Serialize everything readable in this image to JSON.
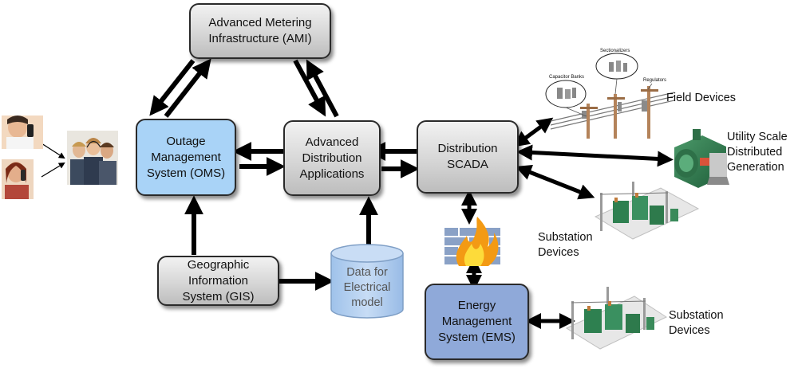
{
  "boxes": {
    "ami": "Advanced Metering Infrastructure (AMI)",
    "oms": "Outage Management System (OMS)",
    "ada": "Advanced Distribution Applications",
    "scada": "Distribution SCADA",
    "gis": "Geographic Information System (GIS)",
    "ems": "Energy Management System (EMS)"
  },
  "database": "Data for Electrical model",
  "labels": {
    "field_devices": "Field Devices",
    "utility_scale": "Utility Scale Distributed Generation",
    "substation_devices_1": "Substation Devices",
    "substation_devices_2": "Substation Devices"
  },
  "field_device_callouts": {
    "capacitor_banks": "Capacitor Banks",
    "sectionalizers": "Sectionalizers",
    "regulators": "Regulators"
  },
  "icons": {
    "callers": "phone-callers-icon",
    "operators": "call-center-operators-icon",
    "firewall": "firewall-icon",
    "power_line": "power-line-pole-icon",
    "generator": "generator-icon",
    "substation": "substation-icon"
  }
}
